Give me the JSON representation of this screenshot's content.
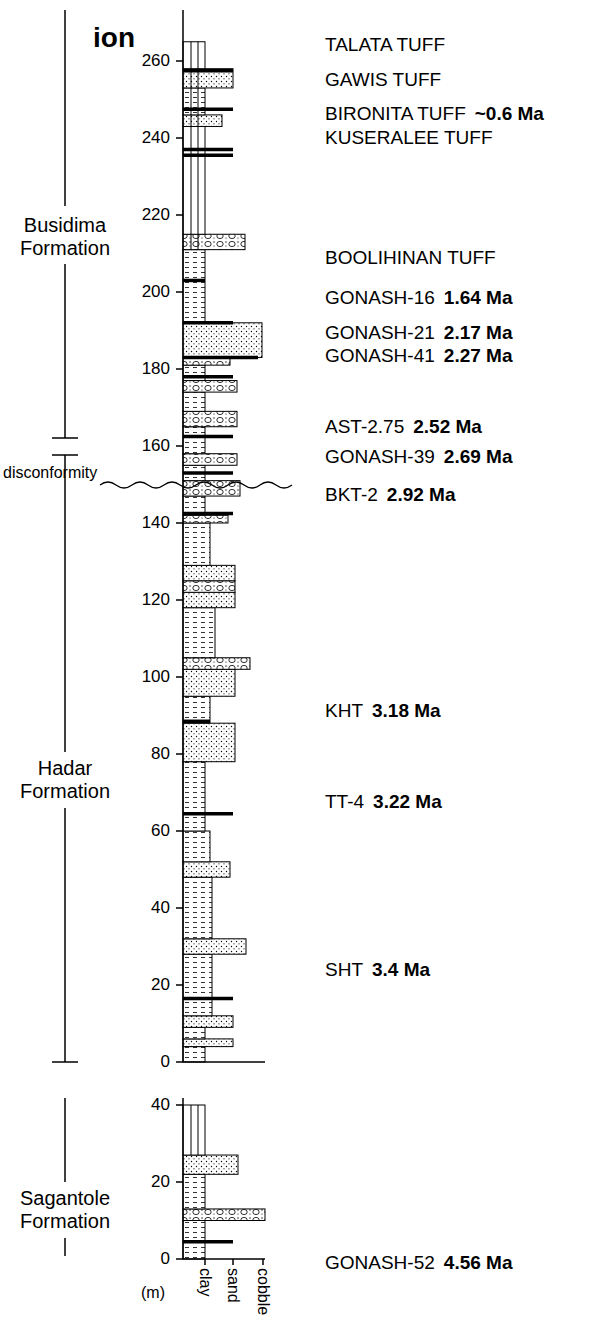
{
  "diagram": {
    "title": "ion",
    "labels": [
      "TALATA TUFF",
      "GAWIS TUFF",
      "BIRONITA TUFF",
      "~0.6 Ma",
      "KUSERALEE TUFF",
      "BOOLIHINAN TUFF",
      "GONASH-16",
      "1.64 Ma",
      "GONASH-21",
      "2.17 Ma",
      "GONASH-41",
      "2.27 Ma",
      "AST-2.75",
      "2.52 Ma",
      "GONASH-39",
      "2.69 Ma",
      "BKT-2",
      "2.92 Ma",
      "KHT",
      "3.18 Ma",
      "TT-4",
      "3.22 Ma",
      "SHT",
      "3.4 Ma",
      "GONASH-52",
      "4.56 Ma",
      "Busidima Formation",
      "Hadar Formation",
      "Sagantole Formation",
      "disconformity",
      "260",
      "240",
      "220",
      "200",
      "180",
      "160",
      "140",
      "120",
      "100",
      "80",
      "60",
      "40",
      "20",
      "0",
      "40",
      "20",
      "0",
      "(m)",
      "clay",
      "sand",
      "cobble"
    ]
  }
}
